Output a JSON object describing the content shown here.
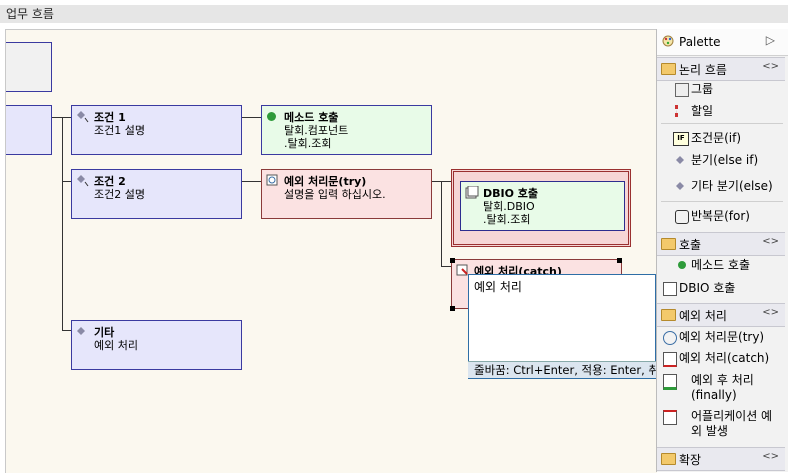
{
  "window": {
    "title": "업무 흐름"
  },
  "nodes": {
    "cond1": {
      "title": "조건 1",
      "desc": "조건1 설명"
    },
    "method_call": {
      "title": "메소드 호출",
      "line1": "탈회.컴포넌트",
      "line2": ".탈회.조회"
    },
    "cond2": {
      "title": "조건 2",
      "desc": "조건2 설명"
    },
    "try": {
      "title": "예외 처리문(try)",
      "desc": "설명을 입력 하십시오."
    },
    "dbio": {
      "title": "DBIO 호출",
      "line1": "탈회.DBIO",
      "line2": ".탈회.조회"
    },
    "catch": {
      "title": "예외 처리(catch)",
      "desc": "예외 처리"
    },
    "else": {
      "title": "기타",
      "desc": "예외 처리"
    }
  },
  "editor": {
    "text": "예외 처리",
    "hint": "줄바꿈: Ctrl+Enter, 적용: Enter, 취소"
  },
  "palette": {
    "title": "Palette",
    "drawers": [
      {
        "label": "논리 흐름",
        "items": [
          "그룹",
          "할일",
          "조건문(if)",
          "분기(else if)",
          "기타 분기(else)",
          "반복문(for)"
        ]
      },
      {
        "label": "호출",
        "items": [
          "메소드 호출",
          "DBIO 호출"
        ]
      },
      {
        "label": "예외 처리",
        "items": [
          "예외 처리문(try)",
          "예외 처리(catch)",
          "예외 후 처리",
          "(finally)",
          "어플리케이션 예",
          "외 발생"
        ]
      },
      {
        "label": "확장",
        "items": []
      }
    ]
  },
  "colors": {
    "canvas": "#fbf8ef",
    "node_blue": "#e6e6fb",
    "node_green": "#e8fbe8",
    "node_pink": "#fbe2e2"
  }
}
